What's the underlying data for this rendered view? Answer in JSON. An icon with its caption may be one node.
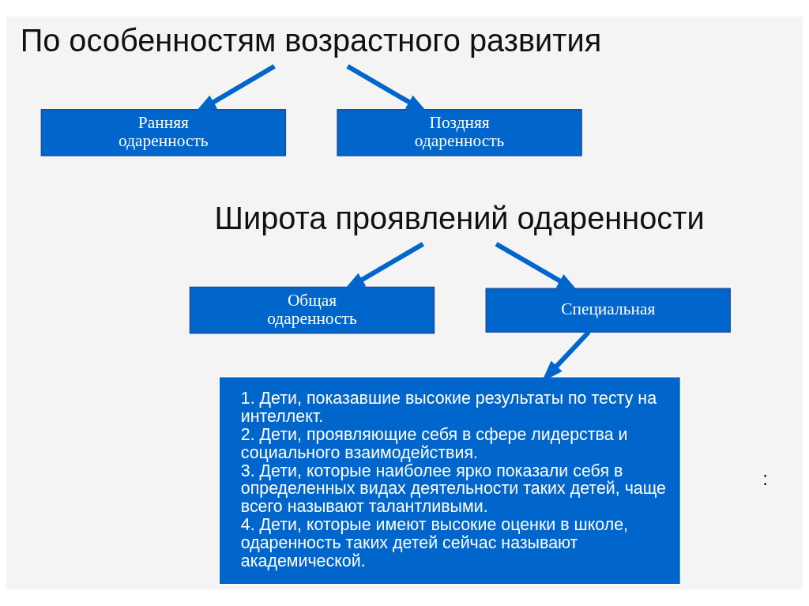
{
  "diagram": {
    "nodes": [
      {
        "text": [
          "По особенностям возрастного развития"
        ]
      },
      {
        "text": [
          "Ранняя одаренность"
        ]
      },
      {
        "text": [
          "Поздняя одаренность"
        ]
      },
      {
        "text": [
          "Широта проявлений одаренности"
        ]
      },
      {
        "text": [
          "Общая одаренность"
        ]
      },
      {
        "text": [
          "Специальная"
        ]
      },
      {
        "text": [
          "1. Дети, показавшие высокие результаты по тесту на интеллект.",
          "2. Дети, проявляющие себя в сфере лидерства и социального взаимодействия.",
          "3. Дети, которые наиболее ярко показали себя в определенных видах деятельности таких детей, чаще всего называют талантливыми.",
          "4. Дети, которые имеют высокие оценки в школе, одаренность таких детей сейчас называют академической."
        ]
      }
    ],
    "edges": [
      {
        "from": 0,
        "to": 1,
        "arrow": "to"
      },
      {
        "from": 0,
        "to": 2,
        "arrow": "to"
      },
      {
        "from": 3,
        "to": 4,
        "arrow": "to"
      },
      {
        "from": 3,
        "to": 5,
        "arrow": "to"
      },
      {
        "from": 5,
        "to": 6,
        "arrow": "to"
      }
    ],
    "labels": [
      ":"
    ]
  }
}
